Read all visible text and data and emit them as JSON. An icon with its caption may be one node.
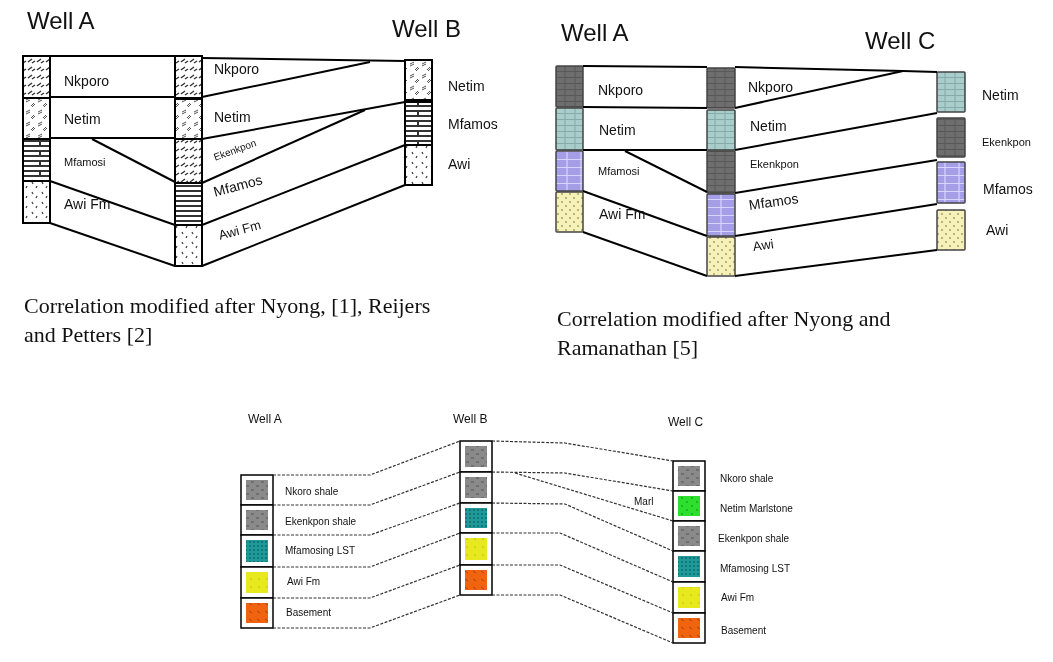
{
  "diagram": {
    "labels": [
      "Well A",
      "Well B",
      "Nkporo",
      "Netim",
      "Mfamosi",
      "Awi Fm",
      "Nkporo",
      "Netim",
      "Ekenkpon",
      "Mfamos",
      "Awi Fm",
      "Netim",
      "Mfamos",
      "Awi",
      "Correlation modified after Nyong, [1], Reijers and Petters [2]",
      "Well A",
      "Well C",
      "Nkporo",
      "Netim",
      "Mfamosi",
      "Awi Fm",
      "Nkporo",
      "Netim",
      "Ekenkpon",
      "Mfamos",
      "Awi",
      "Netim",
      "Ekenkpon",
      "Mfamos",
      "Awi",
      "Correlation modified after Nyong and Ramanathan [5]",
      "Well A",
      "Well B",
      "Well C",
      "Nkoro shale",
      "Ekenkpon shale",
      "Mfamosing LST",
      "Awi Fm",
      "Basement",
      "Marl",
      "Nkoro shale",
      "Netim Marlstone",
      "Ekenkpon shale",
      "Mfamosing LST",
      "Awi Fm",
      "Basement"
    ]
  }
}
